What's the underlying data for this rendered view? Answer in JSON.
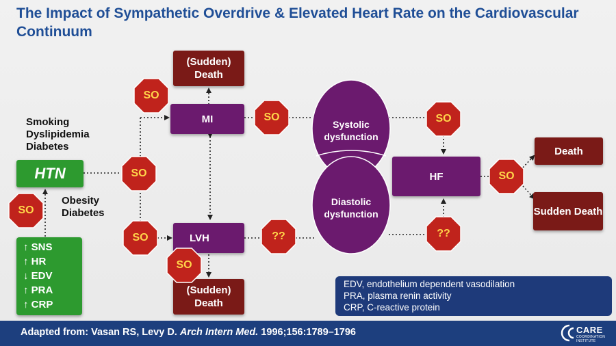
{
  "title": "The Impact of Sympathetic Overdrive & Elevated Heart Rate on the Cardiovascular Continuum",
  "nodes": {
    "htn": "HTN",
    "mi": "MI",
    "lvh": "LVH",
    "hf": "HF",
    "sudden_death_top": "(Sudden) Death",
    "sudden_death_bottom": "(Sudden) Death",
    "death": "Death",
    "sudden_death_right": "Sudden Death",
    "systolic": "Systolic dysfunction",
    "diastolic": "Diastolic dysfunction"
  },
  "markers": {
    "so": "SO",
    "unknown": "??"
  },
  "risk_factors": {
    "upper": [
      "Smoking",
      "Dyslipidemia",
      "Diabetes"
    ],
    "lower": [
      "Obesity",
      "Diabetes"
    ]
  },
  "green_list": [
    "↑ SNS",
    "↑ HR",
    "↓ EDV",
    "↑ PRA",
    "↑ CRP"
  ],
  "legend": [
    "EDV, endothelium dependent vasodilation",
    "PRA, plasma renin activity",
    "CRP, C-reactive protein"
  ],
  "footer": {
    "prefix": "Adapted from: Vasan RS, Levy D. ",
    "journal": "Arch Intern Med.",
    "suffix": " 1996;156:1789–1796",
    "logo": "CARE",
    "logo_sub": "COORDINATION INSTITUTE"
  },
  "colors": {
    "title": "#1f4e96",
    "node_purple": "#6b1a6e",
    "node_darkred": "#7a1a17",
    "node_green": "#2d9a2f",
    "stop_red": "#c0231c",
    "stop_text": "#ffd54a",
    "footer": "#1d3f7e"
  }
}
